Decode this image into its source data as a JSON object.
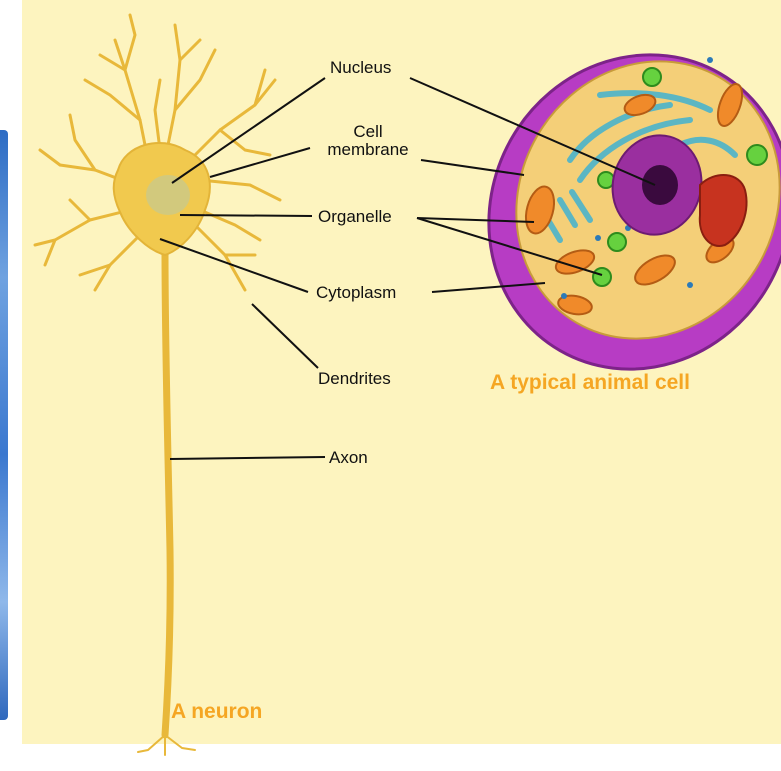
{
  "labels": {
    "nucleus": "Nucleus",
    "cell_membrane_line1": "Cell",
    "cell_membrane_line2": "membrane",
    "organelle": "Organelle",
    "cytoplasm": "Cytoplasm",
    "dendrites": "Dendrites",
    "axon": "Axon"
  },
  "captions": {
    "animal_cell": "A typical animal cell",
    "neuron": "A neuron"
  },
  "colors": {
    "background": "#fdf4bf",
    "neuron": "#f1c94e",
    "cell_membrane": "#b73cc4",
    "cytoplasm": "#f4cf78",
    "nucleus": "#9a2f9f",
    "caption": "#f5a623"
  }
}
